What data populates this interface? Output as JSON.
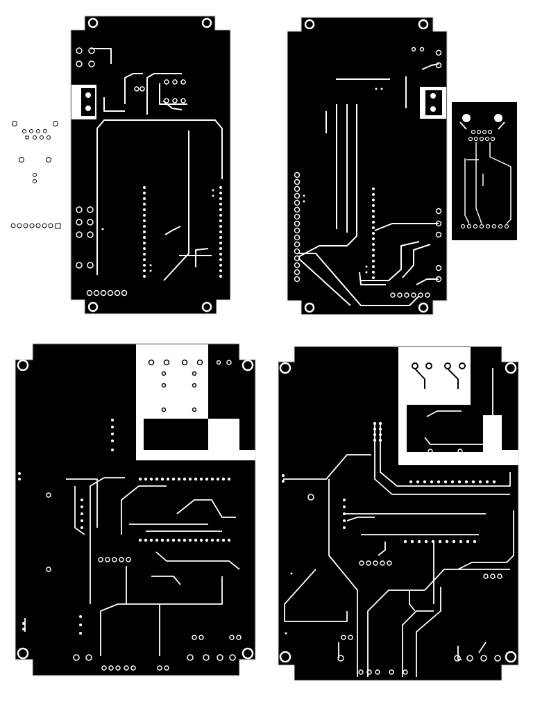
{
  "colors": {
    "background": "#ffffff",
    "copper": "#000000",
    "trace": "#ffffff",
    "outline": "#cfcfcf"
  },
  "panels": [
    {
      "id": "board-1-bottom-layer"
    },
    {
      "id": "board-2-top-layer"
    },
    {
      "id": "daughter-board"
    },
    {
      "id": "board-3-bottom-layer"
    },
    {
      "id": "board-4-top-layer"
    }
  ]
}
